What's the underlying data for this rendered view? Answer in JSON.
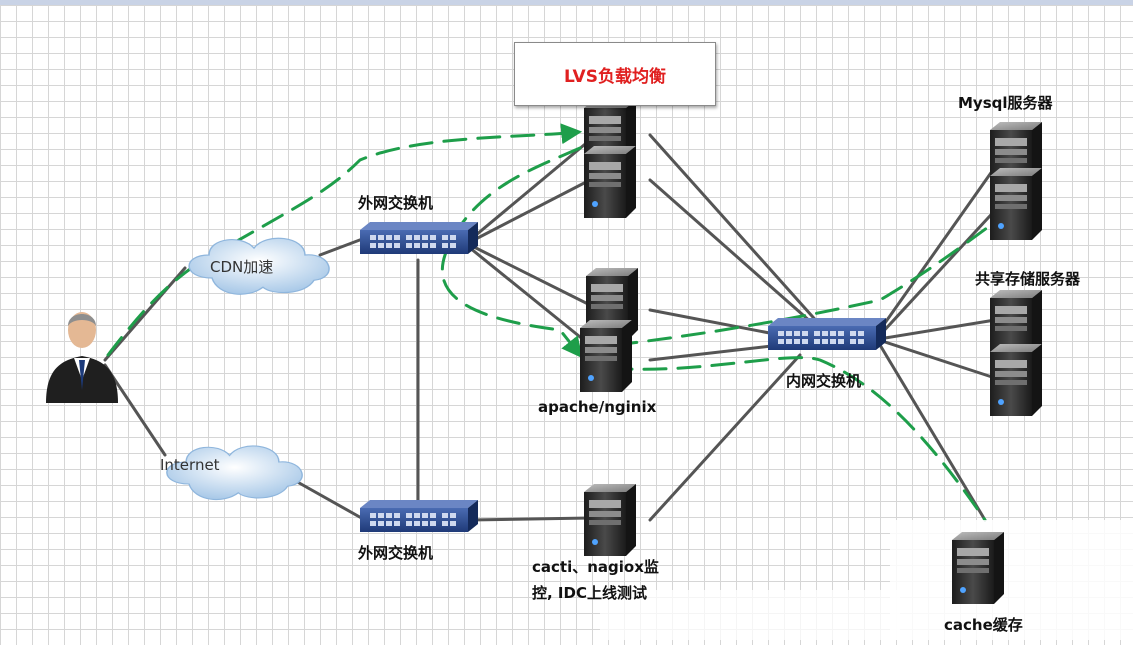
{
  "diagram": {
    "lvs_title": "LVS负载均衡",
    "labels": {
      "mysql": "Mysql服务器",
      "shared_storage": "共享存储服务器",
      "outer_switch_top": "外网交换机",
      "outer_switch_bottom": "外网交换机",
      "inner_switch": "内网交换机",
      "web": "apache/nginix",
      "monitor_line1": "cacti、nagiox监",
      "monitor_line2": "控, IDC上线测试",
      "cache": "cache缓存",
      "cdn": "CDN加速",
      "internet": "Internet"
    },
    "colors": {
      "link": "#555555",
      "flow": "#1e9e4a",
      "lvs_title": "#e02020",
      "switch": "#2a4a8c",
      "server": "#2b2b2b"
    }
  }
}
